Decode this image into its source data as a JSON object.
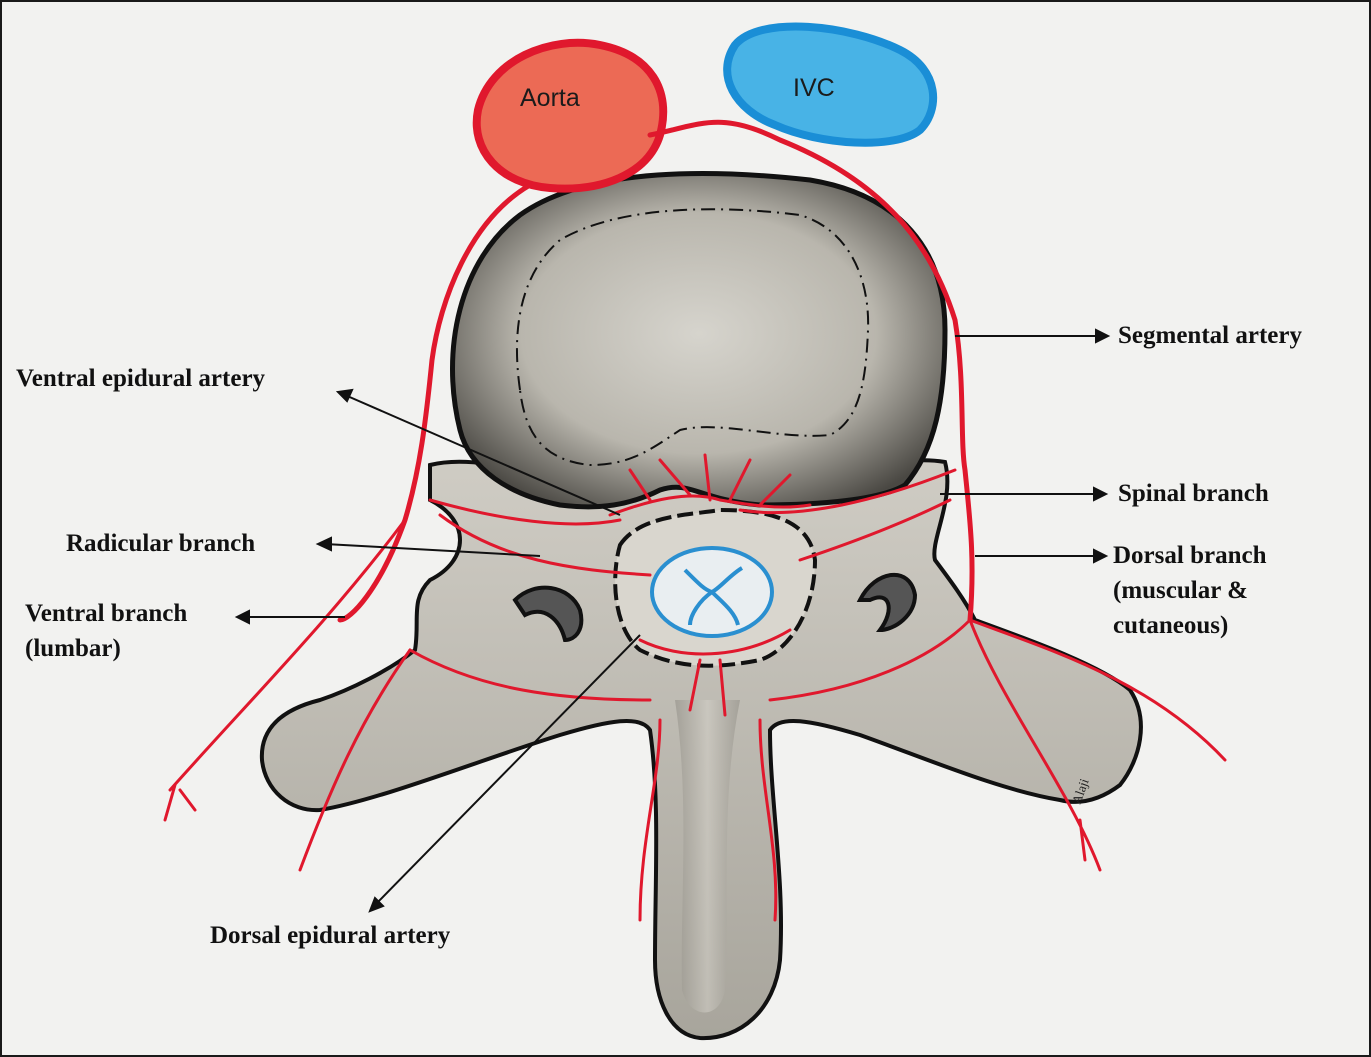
{
  "vessels": {
    "aorta": "Aorta",
    "ivc": "IVC"
  },
  "labels": {
    "segmental_artery": "Segmental artery",
    "ventral_epidural_artery": "Ventral epidural artery",
    "spinal_branch": "Spinal branch",
    "radicular_branch": "Radicular  branch",
    "dorsal_branch": [
      "Dorsal branch",
      "(muscular &",
      "cutaneous)"
    ],
    "ventral_branch": [
      "Ventral branch",
      "(lumbar)"
    ],
    "dorsal_epidural_artery": "Dorsal epidural artery"
  },
  "colors": {
    "artery": "#e0182d",
    "aorta_fill": "#ec6a55",
    "ivc_fill": "#48b3e6",
    "ivc_stroke": "#1a8ed6",
    "bone_fill": "#c8c5bd",
    "outline": "#111111"
  }
}
